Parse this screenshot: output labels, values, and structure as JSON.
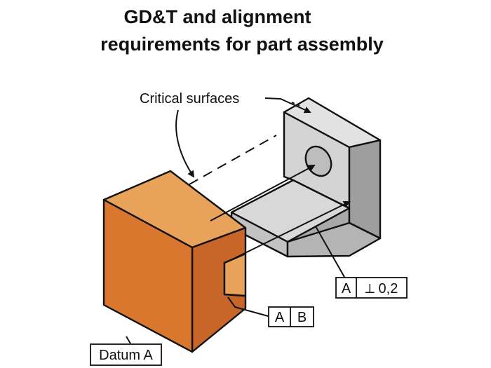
{
  "title": {
    "line1": "GD&T and alignment",
    "line2": "requirements for part assembly"
  },
  "labels": {
    "critical_surfaces": "Critical surfaces",
    "datum_a": "Datum A"
  },
  "feature_frames": {
    "bracket_frame": {
      "cell1": "A",
      "cell2": "⟂ 0,2"
    },
    "block_frame": {
      "cell1": "A",
      "cell2": "B"
    }
  },
  "colors": {
    "orange_front": "#D9772F",
    "orange_top": "#E9A25A",
    "orange_side": "#C8662A",
    "gray_light": "#D8D8D8",
    "gray_mid": "#C4C4C4",
    "gray_dark": "#9E9E9E",
    "outline": "#111111"
  }
}
